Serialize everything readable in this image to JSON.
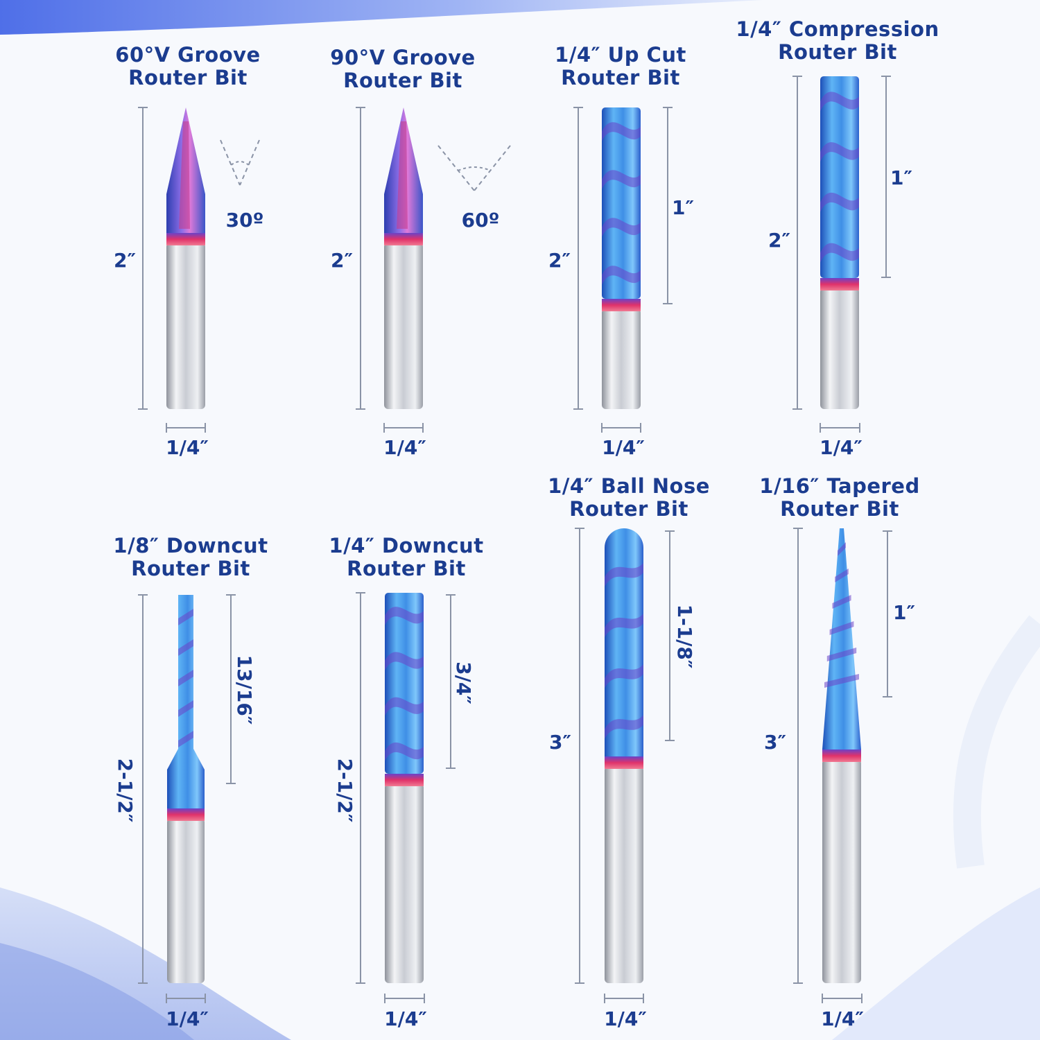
{
  "colors": {
    "label": "#1b3c8f",
    "dimension_line": "#8a93a6",
    "coating_blue": "#3f8fe6",
    "coating_purple": "#6a43c8",
    "collar_red": "#e0326a",
    "shank_steel": "#c9ccd3"
  },
  "bits": [
    {
      "name_line1": "60°V Groove",
      "name_line2": "Router Bit",
      "type": "v-groove",
      "overall_length": "2″",
      "shank_diameter": "1/4″",
      "angle_label": "30º"
    },
    {
      "name_line1": "90°V Groove",
      "name_line2": "Router Bit",
      "type": "v-groove",
      "overall_length": "2″",
      "shank_diameter": "1/4″",
      "angle_label": "60º"
    },
    {
      "name_line1": "1/4″ Up Cut",
      "name_line2": "Router Bit",
      "type": "spiral",
      "overall_length": "2″",
      "cutting_length": "1″",
      "shank_diameter": "1/4″"
    },
    {
      "name_line1": "1/4″ Compression",
      "name_line2": "Router Bit",
      "type": "spiral",
      "overall_length": "2″",
      "cutting_length": "1″",
      "shank_diameter": "1/4″"
    },
    {
      "name_line1": "1/8″ Downcut",
      "name_line2": "Router Bit",
      "type": "spiral",
      "overall_length": "2-1/2″",
      "cutting_length": "13/16″",
      "shank_diameter": "1/4″"
    },
    {
      "name_line1": "1/4″ Downcut",
      "name_line2": "Router Bit",
      "type": "spiral",
      "overall_length": "2-1/2″",
      "cutting_length": "3/4″",
      "shank_diameter": "1/4″"
    },
    {
      "name_line1": "1/4″ Ball Nose",
      "name_line2": "Router Bit",
      "type": "ball-nose",
      "overall_length": "3″",
      "cutting_length": "1-1/8″",
      "shank_diameter": "1/4″"
    },
    {
      "name_line1": "1/16″ Tapered",
      "name_line2": "Router Bit",
      "type": "tapered",
      "overall_length": "3″",
      "cutting_length": "1″",
      "shank_diameter": "1/4″"
    }
  ]
}
